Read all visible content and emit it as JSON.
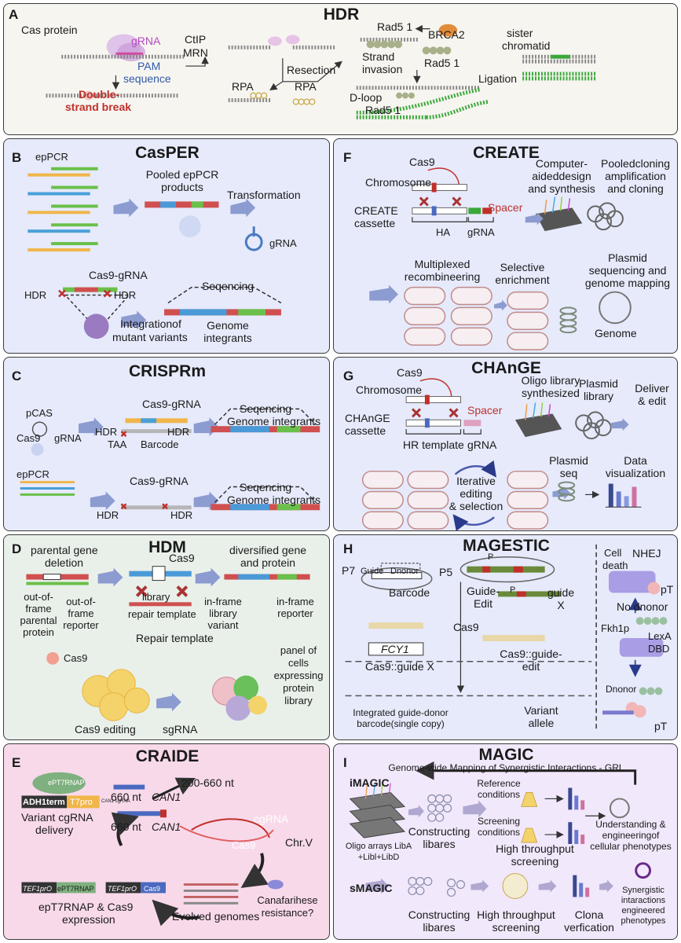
{
  "colors": {
    "panelA": "#f7f5f0",
    "panelBlue": "#e6eafb",
    "panelGreen": "#e9f0ea",
    "panelPink": "#f8d9ea",
    "panelLavender": "#f1e8fb",
    "arrow": "#6f7fb0",
    "red": "#c0302b",
    "dnaGreen": "#3aa83a"
  },
  "panels": {
    "A": {
      "letter": "A",
      "title": "HDR",
      "labels": {
        "cas_protein": "Cas protein",
        "grna": "gRNA",
        "pam": "PAM",
        "sequence": "sequence",
        "dsb1": "Double-",
        "dsb2": "strand break",
        "ctip": "CtIP",
        "mrn": "MRN",
        "resection": "Resection",
        "rpa1": "RPA",
        "rpa2": "RPA",
        "rad51_a": "Rad5 1",
        "brca2": "BRCA2",
        "rad51_b": "Rad5 1",
        "strand1": "Strand",
        "strand2": "invasion",
        "dloop": "D-loop",
        "rad51_c": "Rad5 1",
        "sister1": "sister",
        "sister2": "chromatid",
        "ligation": "Ligation"
      }
    },
    "B": {
      "letter": "B",
      "title": "CasPER",
      "labels": {
        "eppcr": "epPCR",
        "pooled1": "Pooled epPCR",
        "pooled2": "products",
        "transformation": "Transformation",
        "grna": "gRNA",
        "cas9grna": "Cas9-gRNA",
        "hdr_l": "HDR",
        "hdr_r": "HDR",
        "seq": "Seqencing",
        "integ1": "Integrationof",
        "integ2": "mutant variants",
        "genome1": "Genome",
        "genome2": "integrants"
      }
    },
    "C": {
      "letter": "C",
      "title": "CRISPRm",
      "labels": {
        "pcas": "pCAS",
        "cas9": "Cas9",
        "grna": "gRNA",
        "cas9grna_1": "Cas9-gRNA",
        "hdr1": "HDR",
        "taa": "TAA",
        "barcode": "Barcode",
        "hdr2": "HDR",
        "seq1": "Seqencing",
        "gi1": "Genome integrants",
        "eppcr": "epPCR",
        "cas9grna_2": "Cas9-gRNA",
        "hdr3": "HDR",
        "hdr4": "HDR",
        "seq2": "Seqencing",
        "gi2": "Genome integrants"
      }
    },
    "D": {
      "letter": "D",
      "title": "HDM",
      "labels": {
        "pgd1": "parental gene",
        "pgd2": "deletion",
        "cas9_top": "Cas9",
        "div1": "diversified gene",
        "div2": "and protein",
        "oof1": "out-of-",
        "oof2": "frame",
        "oof3": "parental",
        "oof4": "protein",
        "oofr1": "out-of-",
        "oofr2": "frame",
        "oofr3": "reporter",
        "lib": "library",
        "repair": "repair template",
        "ifl1": "in-frame",
        "ifl2": "library",
        "ifl3": "variant",
        "ifr1": "in-frame",
        "ifr2": "reporter",
        "cas9_bottom": "Cas9",
        "repair_template": "Repair template",
        "cas9_editing": "Cas9 editing",
        "sgrna": "sgRNA",
        "panel1": "panel of",
        "panel2": "cells",
        "panel3": "expressing",
        "panel4": "protein",
        "panel5": "library"
      }
    },
    "E": {
      "letter": "E",
      "title": "CRAIDE",
      "labels": {
        "ept7rnap": "ePT7RNAP",
        "adh1": "ADH1term",
        "t7pro": "T7pro",
        "can1cgrna": "CAN1 cgRNA",
        "variant1": "Variant cgRNA",
        "variant2": "delivery",
        "nt660_top": "660 nt",
        "can1_top": "CAN1",
        "range": "200-660 nt",
        "cgrna": "cgRNA",
        "cas9": "Cas9",
        "chrv": "Chr.V",
        "nt660_mid": "660 nt",
        "can1_mid": "CAN1",
        "tef1_a": "TEF1prO",
        "ept7rnap_b": "ePT7RNAP",
        "tef1_b": "TEF1prO",
        "cas9_b": "Cas9",
        "expr1": "epT7RNAP & Cas9",
        "expr2": "expression",
        "evolved": "Evolved genomes",
        "cana1": "Canafarihese",
        "cana2": "resistance?"
      }
    },
    "F": {
      "letter": "F",
      "title": "CREATE",
      "labels": {
        "cas9": "Cas9",
        "chromosome": "Chromosome",
        "create1": "CREATE",
        "create2": "cassette",
        "spacer": "Spacer",
        "ha": "HA",
        "grna": "gRNA",
        "comp1": "Computer-",
        "comp2": "aideddesign",
        "comp3": "and synthesis",
        "pool1": "Pooledcloning",
        "pool2": "amplification",
        "pool3": "and cloning",
        "multi1": "Multiplexed",
        "multi2": "recombineering",
        "sel1": "Selective",
        "sel2": "enrichment",
        "plas1": "Plasmid",
        "plas2": "sequencing and",
        "plas3": "genome mapping",
        "genome": "Genome"
      }
    },
    "G": {
      "letter": "G",
      "title": "CHAnGE",
      "labels": {
        "cas9": "Cas9",
        "chromosome": "Chromosome",
        "change1": "CHAnGE",
        "change2": "cassette",
        "spacer": "Spacer",
        "hr": "HR template",
        "grna": "gRNA",
        "oligo1": "Oligo library",
        "oligo2": "synthesized",
        "plib1": "Plasmid",
        "plib2": "library",
        "deliver1": "Deliver",
        "deliver2": "& edit",
        "iter1": "Iterative",
        "iter2": "editing",
        "iter3": "& selection",
        "pseq1": "Plasmid",
        "pseq2": "seq",
        "data1": "Data",
        "data2": "visualization"
      }
    },
    "H": {
      "letter": "H",
      "title": "MAGESTIC",
      "labels": {
        "p7": "P7",
        "guide": "Guide",
        "dnonor": "Dnonor",
        "p5": "P5",
        "barcode": "Barcode",
        "p_a": "P",
        "p_b": "P",
        "guide_edit1": "Guide-",
        "guide_edit2": "Edit",
        "guide_x1": "guide",
        "guide_x2": "X",
        "cas9": "Cas9",
        "fcy1": "FCY1",
        "cas9gx": "Cas9::guide X",
        "cas9ge1": "Cas9::guide-",
        "cas9ge2": "edit",
        "integ1": "Integrated guide-donor",
        "integ2": "barcode(single copy)",
        "variant1": "Variant",
        "variant2": "allele",
        "cell1": "Cell",
        "cell2": "death",
        "nhej": "NHEJ",
        "pt1": "pT",
        "nodonor": "No dnonor",
        "fkh": "Fkh1p",
        "lexa1": "LexA",
        "lexa2": "DBD",
        "dnonor2": "Dnonor",
        "pt2": "pT"
      }
    },
    "I": {
      "letter": "I",
      "title": "MAGIC",
      "labels": {
        "subtitle": "Genome-wide Mapping of Synergistic Interactions - GRL",
        "imagic": "iMAGIC",
        "ref1": "Reference",
        "ref2": "conditions",
        "scr1": "Screening",
        "scr2": "conditions",
        "oligo1": "Oligo arrays LibA",
        "oligo2": "+Libl+LibD",
        "cons1": "Constructing",
        "cons2": "libares",
        "ht1": "High throughput",
        "ht2": "screening",
        "und1": "Understanding &",
        "und2": "engineeringof",
        "und3": "cellular phenotypes",
        "smagic": "sMAGIC",
        "cons3": "Constructing",
        "cons4": "libares",
        "ht3": "High throughput",
        "ht4": "screening",
        "clona1": "Clona",
        "clona2": "verfication",
        "syn1": "Synergistic",
        "syn2": "intaractions",
        "syn3": "engineered",
        "syn4": "phenotypes"
      }
    }
  }
}
